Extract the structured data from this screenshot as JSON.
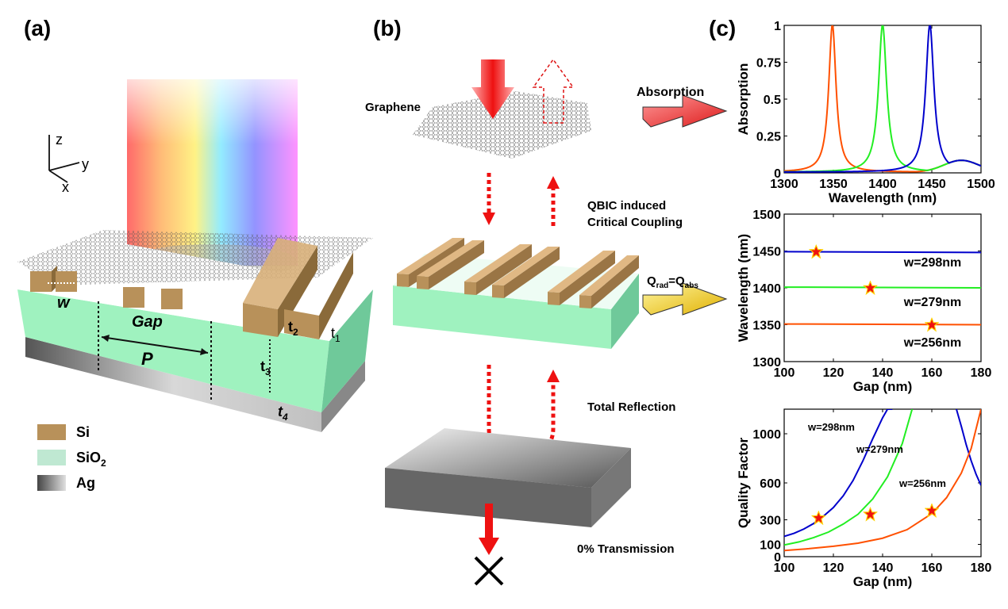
{
  "figure": {
    "panel_a": {
      "label": "(a)",
      "axes": {
        "z": "z",
        "y": "y",
        "x": "x"
      },
      "dims": {
        "w": "w",
        "gap": "Gap",
        "p": "P",
        "t1": "t",
        "t1_sub": "1",
        "t2": "t",
        "t2_sub": "2",
        "t3": "t",
        "t3_sub": "3",
        "t4": "t",
        "t4_sub": "4"
      },
      "legend": [
        {
          "label": "Si",
          "sub": "",
          "color": "#b8915a"
        },
        {
          "label": "SiO",
          "sub": "2",
          "color": "#bfe8d2"
        },
        {
          "label": "Ag",
          "sub": "",
          "color": "#8c8c8c"
        }
      ]
    },
    "panel_b": {
      "label": "(b)",
      "graphene": "Graphene",
      "absorption": "Absorption",
      "qbic_line1": "QBIC induced",
      "qbic_line2": "Critical Coupling",
      "qrad": "Q",
      "qrad_sub": "rad",
      "qeq": "=Q",
      "qabs_sub": "abs",
      "total_reflection": "Total Reflection",
      "transmission": "0% Transmission"
    },
    "panel_c": {
      "label": "(c)"
    }
  },
  "chart_data": [
    {
      "type": "line",
      "ylabel": "Absorption",
      "xlabel": "Wavelength (nm)",
      "xlim": [
        1300,
        1500
      ],
      "ylim": [
        0,
        1
      ],
      "xticks": [
        "1300",
        "1350",
        "1400",
        "1450",
        "1500"
      ],
      "yticks": [
        "0",
        "0.25",
        "0.5",
        "0.75",
        "1"
      ],
      "series": [
        {
          "color": "#ff5000",
          "peak": 1349,
          "width": 4.5,
          "base": 0.005
        },
        {
          "color": "#22ee22",
          "peak": 1400,
          "width": 5,
          "base": 0.005
        },
        {
          "color": "#0000cc",
          "peak": 1448,
          "width": 5,
          "base": 0.005
        }
      ]
    },
    {
      "type": "line",
      "ylabel": "Wavelength (nm)",
      "xlabel": "Gap (nm)",
      "xlim": [
        100,
        180
      ],
      "ylim": [
        1300,
        1500
      ],
      "xticks": [
        "100",
        "120",
        "140",
        "160",
        "180"
      ],
      "yticks": [
        "1300",
        "1350",
        "1400",
        "1450",
        "1500"
      ],
      "series": [
        {
          "name": "w=298nm",
          "color": "#0000cc",
          "x": [
            100,
            180
          ],
          "y": [
            1449,
            1448
          ],
          "star": [
            113,
            1449
          ]
        },
        {
          "name": "w=279nm",
          "color": "#22ee22",
          "x": [
            100,
            180
          ],
          "y": [
            1401,
            1400
          ],
          "star": [
            135,
            1400
          ]
        },
        {
          "name": "w=256nm",
          "color": "#ff5000",
          "x": [
            100,
            180
          ],
          "y": [
            1351,
            1350
          ],
          "star": [
            160,
            1350
          ]
        }
      ]
    },
    {
      "type": "line",
      "ylabel": "Quality Factor",
      "xlabel": "Gap (nm)",
      "xlim": [
        100,
        180
      ],
      "ylim": [
        0,
        1200
      ],
      "xticks": [
        "100",
        "120",
        "140",
        "160",
        "180"
      ],
      "yticks": [
        "0",
        "100",
        "300",
        "600",
        "1000"
      ],
      "series": [
        {
          "name": "w=298nm",
          "color": "#0000cc",
          "x": [
            100,
            104,
            108,
            112,
            116,
            120,
            124,
            128,
            132,
            136,
            140,
            142,
            144
          ],
          "y": [
            165,
            190,
            225,
            270,
            330,
            400,
            495,
            620,
            780,
            960,
            1130,
            1200,
            1200
          ],
          "x2": [
            170,
            172,
            174,
            176,
            178,
            180
          ],
          "y2": [
            1200,
            1060,
            910,
            780,
            670,
            580
          ],
          "star": [
            114,
            315
          ]
        },
        {
          "name": "w=279nm",
          "color": "#22ee22",
          "x": [
            100,
            106,
            112,
            118,
            124,
            130,
            136,
            142,
            148,
            152
          ],
          "y": [
            95,
            120,
            155,
            200,
            265,
            345,
            470,
            650,
            920,
            1200
          ],
          "star": [
            135,
            345
          ]
        },
        {
          "name": "w=256nm",
          "color": "#ff5000",
          "x": [
            100,
            110,
            120,
            130,
            140,
            150,
            160,
            166,
            172,
            176,
            180
          ],
          "y": [
            50,
            65,
            85,
            110,
            150,
            220,
            350,
            480,
            680,
            880,
            1200
          ],
          "star": [
            160,
            375
          ]
        }
      ]
    }
  ]
}
